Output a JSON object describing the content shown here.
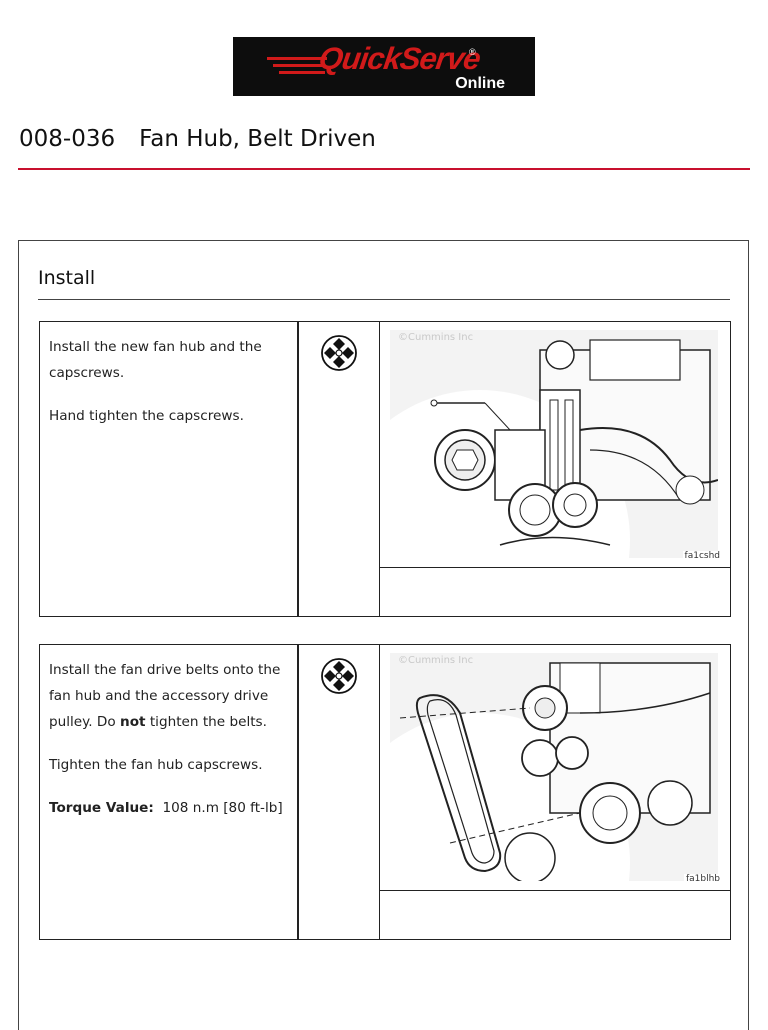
{
  "logo": {
    "brand": "QuickServe",
    "registered": "®",
    "suffix": "Online"
  },
  "header": {
    "procedure_number": "008-036",
    "procedure_title": "Fan Hub, Belt Driven"
  },
  "section": {
    "title": "Install"
  },
  "steps": [
    {
      "text1": "Install the new fan hub and the capscrews.",
      "text2": "Hand tighten the capscrews.",
      "tool_icon": "wrench-socket-icon",
      "figure": {
        "watermark": "©Cummins Inc",
        "code": "fa1cshd"
      }
    },
    {
      "text1_a": "Install the fan drive belts onto the fan hub and the accessory drive pulley. Do ",
      "text1_bold": "not",
      "text1_b": " tighten the belts.",
      "text2": "Tighten the fan hub capscrews.",
      "torque_label": "Torque Value:",
      "torque_value": "108  n.m  [80 ft-lb]",
      "tool_icon": "wrench-socket-icon",
      "figure": {
        "watermark": "©Cummins Inc",
        "code": "fa1blhb"
      }
    }
  ]
}
